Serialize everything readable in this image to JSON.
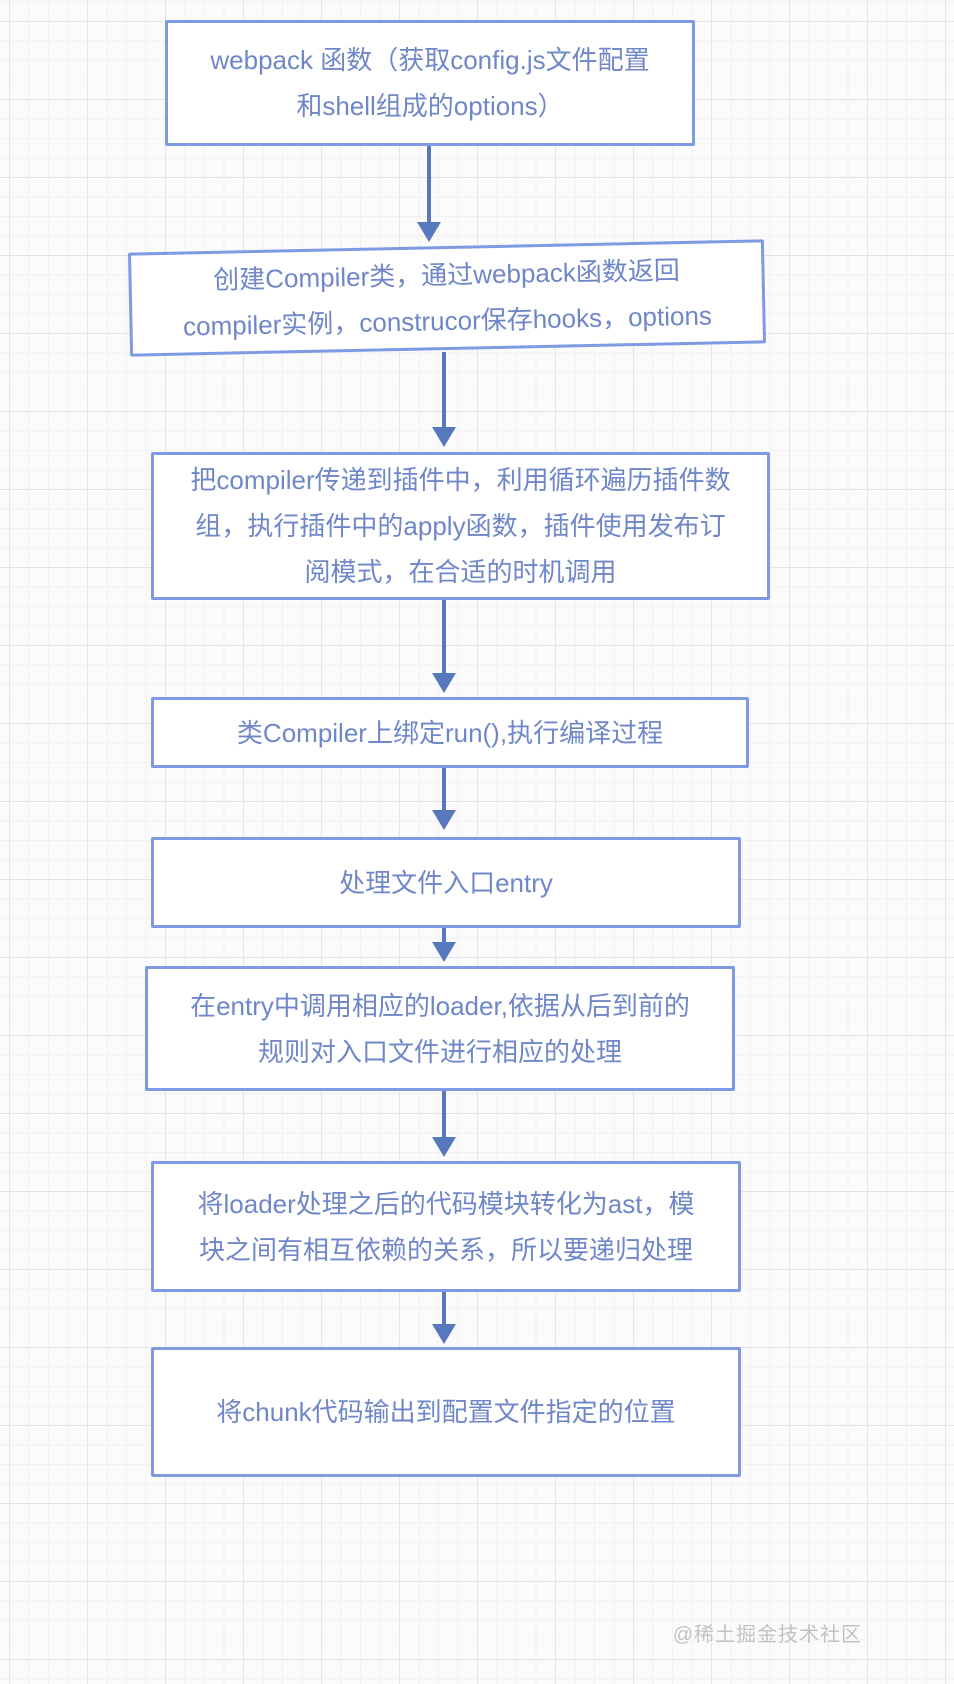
{
  "colors": {
    "bg": "#fbfbfc",
    "grid-fine": "#f2f2f4",
    "grid-major": "#e4e4e8",
    "box-border": "#7d9ae3",
    "box-bg": "#ffffff",
    "box-text": "#6f87c9",
    "arrow": "#5878bd",
    "watermark": "#c2c2c6"
  },
  "flowchart": {
    "type": "flowchart",
    "direction": "top-down",
    "nodes": [
      {
        "id": "webpack-function",
        "text": "webpack 函数（获取config.js文件配置\n和shell组成的options）"
      },
      {
        "id": "create-compiler",
        "text": "创建Compiler类，通过webpack函数返回\ncompiler实例，construcor保存hooks，options"
      },
      {
        "id": "apply-plugins",
        "text": "把compiler传递到插件中，利用循环遍历插件数\n组，执行插件中的apply函数，插件使用发布订\n阅模式，在合适的时机调用"
      },
      {
        "id": "bind-run",
        "text": "类Compiler上绑定run(),执行编译过程"
      },
      {
        "id": "process-entry",
        "text": "处理文件入口entry"
      },
      {
        "id": "call-loaders",
        "text": "在entry中调用相应的loader,依据从后到前的\n规则对入口文件进行相应的处理"
      },
      {
        "id": "ast-recursion",
        "text": "将loader处理之后的代码模块转化为ast，模\n块之间有相互依赖的关系，所以要递归处理"
      },
      {
        "id": "output-chunk",
        "text": "将chunk代码输出到配置文件指定的位置"
      }
    ],
    "edges": [
      {
        "from": "webpack-function",
        "to": "create-compiler"
      },
      {
        "from": "create-compiler",
        "to": "apply-plugins"
      },
      {
        "from": "apply-plugins",
        "to": "bind-run"
      },
      {
        "from": "bind-run",
        "to": "process-entry"
      },
      {
        "from": "process-entry",
        "to": "call-loaders"
      },
      {
        "from": "call-loaders",
        "to": "ast-recursion"
      },
      {
        "from": "ast-recursion",
        "to": "output-chunk"
      }
    ]
  },
  "watermark": {
    "text": "@稀土掘金技术社区"
  }
}
